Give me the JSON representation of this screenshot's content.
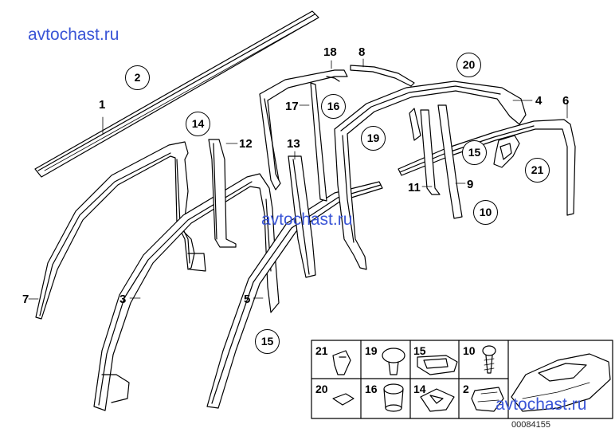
{
  "watermarks": [
    "avtochast.ru",
    "avtochast.ru",
    "avtochast.ru"
  ],
  "part_numbers": [
    "1",
    "2",
    "3",
    "4",
    "5",
    "6",
    "7",
    "8",
    "9",
    "10",
    "11",
    "12",
    "13",
    "14",
    "15",
    "15",
    "16",
    "17",
    "18",
    "19",
    "20",
    "21"
  ],
  "legend_numbers": [
    "21",
    "19",
    "15",
    "10",
    "20",
    "16",
    "14",
    "2"
  ],
  "diagram_code": "00084155"
}
